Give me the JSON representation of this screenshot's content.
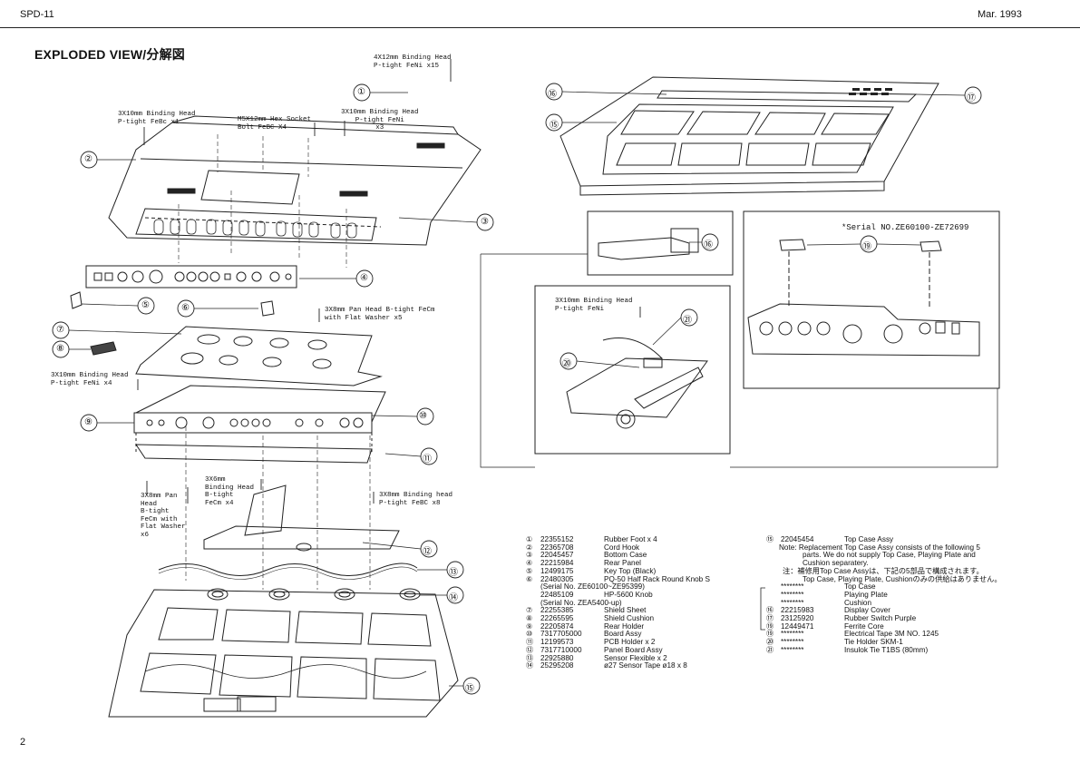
{
  "header": {
    "model": "SPD-11",
    "date": "Mar. 1993"
  },
  "title": "EXPLODED VIEW/分解図",
  "page_number": "2",
  "callouts": [
    "①",
    "②",
    "③",
    "④",
    "⑤",
    "⑥",
    "⑦",
    "⑧",
    "⑨",
    "⑩",
    "⑪",
    "⑫",
    "⑬",
    "⑭",
    "⑮",
    "⑯",
    "⑰",
    "⑲",
    "⑳",
    "㉑"
  ],
  "screw_labels": {
    "s1": [
      "4X12mm Binding Head",
      "P-tight FeNi x15"
    ],
    "s2": [
      "3X10mm Binding Head",
      "P-tight FeBc x1"
    ],
    "s3": [
      "M5X12mm Hex Socket",
      "Bolt FeBC X4"
    ],
    "s4": [
      "3X10mm Binding Head",
      "P-tight FeNi",
      "x3"
    ],
    "s5": [
      "3X8mm Pan Head B-tight FeCm",
      "with Flat Washer x5"
    ],
    "s6": [
      "3X10mm Binding Head",
      "P-tight FeNi x4"
    ],
    "s7": [
      "3X6mm",
      "Binding Head",
      "B-tight",
      "FeCm x4"
    ],
    "s8": [
      "3X8mm Pan",
      "Head",
      "B-tight",
      "FeCm with",
      "Flat Washer",
      "x6"
    ],
    "s9": [
      "3X8mm Binding head",
      "P-tight FeBC x8"
    ],
    "s10": [
      "3X10mm Binding Head",
      "P-tight FeNi"
    ]
  },
  "serial_label": "*Serial NO.ZE60100-ZE72699",
  "parts_left": [
    {
      "n": "①",
      "code": "22355152",
      "desc": "Rubber Foot x 4"
    },
    {
      "n": "②",
      "code": "22365708",
      "desc": "Cord Hook"
    },
    {
      "n": "③",
      "code": "22045457",
      "desc": "Bottom Case"
    },
    {
      "n": "④",
      "code": "22215984",
      "desc": "Rear Panel"
    },
    {
      "n": "⑤",
      "code": "12499175",
      "desc": "Key Top (Black)"
    },
    {
      "n": "⑥",
      "code": "22480305",
      "desc": "PQ-50 Half Rack Round Knob S"
    },
    {
      "n": "",
      "code": "(Serial No. ZE60100~ZE95399)",
      "desc": ""
    },
    {
      "n": "",
      "code": "22485109",
      "desc": "HP-5600 Knob"
    },
    {
      "n": "",
      "code": "(Serial No. ZEA5400-up)",
      "desc": ""
    },
    {
      "n": "⑦",
      "code": "22255385",
      "desc": "Shield Sheet"
    },
    {
      "n": "⑧",
      "code": "22265595",
      "desc": "Shield Cushion"
    },
    {
      "n": "⑨",
      "code": "22205874",
      "desc": "Rear Holder"
    },
    {
      "n": "⑩",
      "code": "7317705000",
      "desc": "Board Assy"
    },
    {
      "n": "⑪",
      "code": "12199573",
      "desc": "PCB Holder x 2"
    },
    {
      "n": "⑫",
      "code": "7317710000",
      "desc": "Panel Board Assy"
    },
    {
      "n": "⑬",
      "code": "22925880",
      "desc": "Sensor Flexible x 2"
    },
    {
      "n": "⑭",
      "code": "25295208",
      "desc": "ø27 Sensor Tape ø18 x 8"
    }
  ],
  "parts_right": {
    "main": {
      "n": "⑮",
      "code": "22045454",
      "desc": "Top Case Assy"
    },
    "note": [
      "Note: Replacement Top Case Assy consists of the following 5",
      "parts. We do not supply Top Case, Playing Plate and",
      "Cushion separatery.",
      "注：補修用Top Case Assyは、下記の5部品で構成されます。",
      "Top Case, Playing Plate, Cushionのみの供給はありません。"
    ],
    "sub": [
      {
        "n": "",
        "code": "********",
        "desc": "Top Case"
      },
      {
        "n": "",
        "code": "********",
        "desc": "Playing Plate"
      },
      {
        "n": "",
        "code": "********",
        "desc": "Cushion"
      },
      {
        "n": "⑯",
        "code": "22215983",
        "desc": "Display Cover"
      },
      {
        "n": "⑰",
        "code": "23125920",
        "desc": "Rubber Switch Purple"
      },
      {
        "n": "⑲",
        "code": "12449471",
        "desc": "Ferrite Core"
      },
      {
        "n": "⑲",
        "code": "********",
        "desc": "Electrical Tape 3M NO. 1245"
      },
      {
        "n": "⑳",
        "code": "********",
        "desc": "Tie Holder SKM-1"
      },
      {
        "n": "㉑",
        "code": "********",
        "desc": "Insulok Tie T1BS (80mm)"
      }
    ]
  }
}
